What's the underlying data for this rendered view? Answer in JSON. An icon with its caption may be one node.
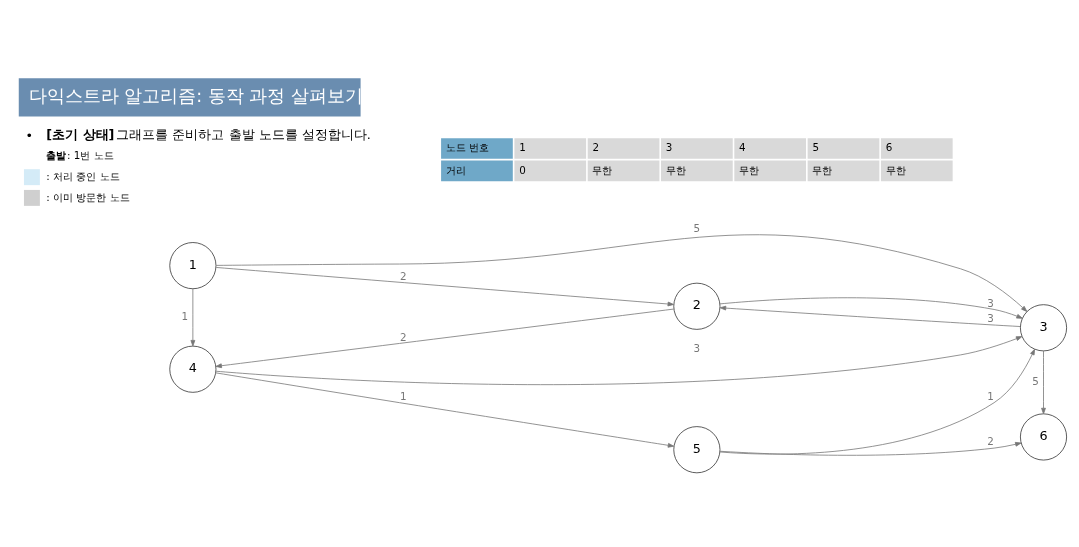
{
  "diagram": {
    "title": "다익스트라 알고리즘: 동작 과정 살펴보기",
    "nodes": [
      {
        "text": [
          "1"
        ]
      },
      {
        "text": [
          "2"
        ]
      },
      {
        "text": [
          "3"
        ]
      },
      {
        "text": [
          "4"
        ]
      },
      {
        "text": [
          "5"
        ]
      },
      {
        "text": [
          "6"
        ]
      }
    ],
    "edges": [
      {
        "from": 0,
        "to": 1,
        "arrow": "to",
        "label": "2"
      },
      {
        "from": 1,
        "to": 2,
        "arrow": "to",
        "label": "3"
      },
      {
        "from": 2,
        "to": 1,
        "arrow": "to",
        "label": "3"
      },
      {
        "from": 0,
        "to": 2,
        "arrow": "to",
        "label": "5"
      },
      {
        "from": 1,
        "to": 3,
        "arrow": "to",
        "label": "2"
      },
      {
        "from": 0,
        "to": 3,
        "arrow": "to",
        "label": "1"
      },
      {
        "from": 3,
        "to": 2,
        "arrow": "to",
        "label": "3"
      },
      {
        "from": 3,
        "to": 4,
        "arrow": "to",
        "label": "1"
      },
      {
        "from": 4,
        "to": 2,
        "arrow": "to",
        "label": "1"
      },
      {
        "from": 4,
        "to": 5,
        "arrow": "to",
        "label": "2"
      },
      {
        "from": 2,
        "to": 5,
        "arrow": "to",
        "label": "5"
      }
    ],
    "labels": [
      "•",
      "**[초기 상태]** 그래프를 준비하고 출발 노드를 설정합니다.",
      "**출발**: 1번 노드",
      "노드 번호",
      "1",
      "2",
      "3",
      "4",
      "5",
      "6",
      "거리",
      "0",
      "무한",
      "무한",
      "무한",
      "무한",
      "무한"
    ],
    "legend": [
      {
        "text": ": 처리 중인 노드",
        "color": "#d4ebf7"
      },
      {
        "text": ": 이미 방문한 노드",
        "color": "#cfcfcf"
      }
    ]
  }
}
